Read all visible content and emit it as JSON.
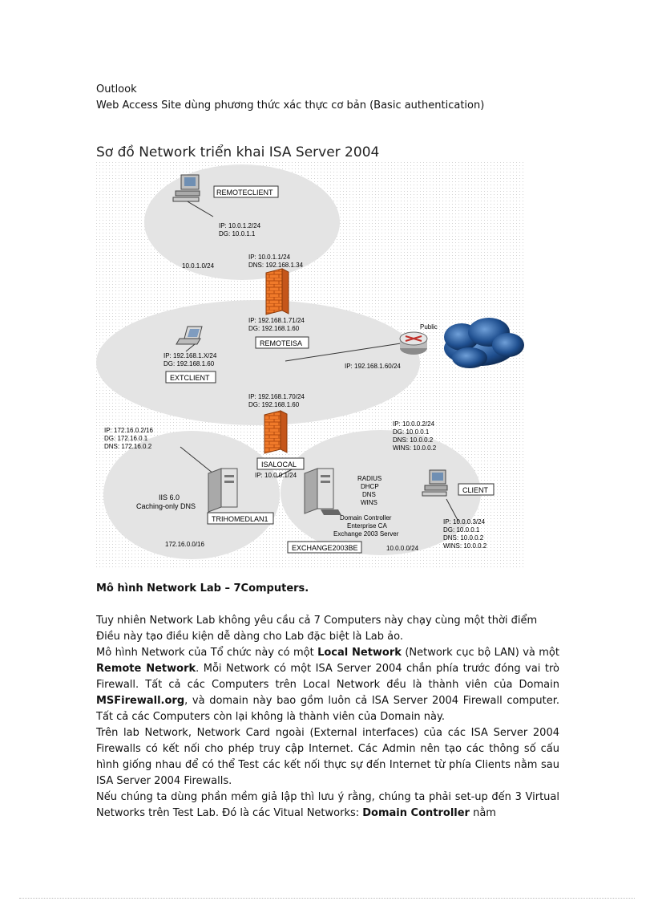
{
  "header": {
    "line1": "Outlook",
    "line2": "Web Access Site dùng phương thức xác thực cơ bản (Basic authentication)"
  },
  "diagram": {
    "title": "Sơ đồ Network triển khai ISA Server 2004",
    "remoteclient_label": "REMOTECLIENT",
    "remoteclient_ip": "IP: 10.0.1.2/24",
    "remoteclient_dg": "DG: 10.0.1.1",
    "remote_net": "10.0.1.0/24",
    "remoteisa_int_ip": "IP: 10.0.1.1/24",
    "remoteisa_int_dns": "DNS: 192.168.1.34",
    "remoteisa_ext_ip": "IP: 192.168.1.71/24",
    "remoteisa_ext_dg": "DG: 192.168.1.60",
    "remoteisa_label": "REMOTEISA",
    "public_label": "Public",
    "router_ip": "IP: 192.168.1.60/24",
    "extclient_ip": "IP: 192.168.1.X/24",
    "extclient_dg": "DG: 192.168.1.60",
    "extclient_label": "EXTCLIENT",
    "isalocal_ext_ip": "IP: 192.168.1.70/24",
    "isalocal_ext_dg": "DG: 192.168.1.60",
    "isalocal_label": "ISALOCAL",
    "isalocal_int_ip": "IP: 10.0.0.1/24",
    "tri_ip": "IP: 172.16.0.2/16",
    "tri_dg": "DG: 172.16.0.1",
    "tri_dns": "DNS: 172.16.0.2",
    "tri_role1": "IIS 6.0",
    "tri_role2": "Caching-only DNS",
    "tri_label": "TRIHOMEDLAN1",
    "tri_net": "172.16.0.0/16",
    "exch_ip": "IP: 10.0.0.2/24",
    "exch_dg": "DG: 10.0.0.1",
    "exch_dns": "DNS: 10.0.0.2",
    "exch_wins": "WINS: 10.0.0.2",
    "exch_roles": [
      "RADIUS",
      "DHCP",
      "DNS",
      "WINS",
      "Domain Controller",
      "Enterprise CA",
      "Exchange 2003 Server"
    ],
    "exch_label": "EXCHANGE2003BE",
    "local_net": "10.0.0.0/24",
    "client_label": "CLIENT",
    "client_ip": "IP: 10.0.0.3/24",
    "client_dg": "DG: 10.0.0.1",
    "client_dns": "DNS: 10.0.0.2",
    "client_wins": "WINS: 10.0.0.2"
  },
  "caption": "Mô hình Network Lab – 7Computers.",
  "body": {
    "p1_l1": "Tuy nhiên Network Lab không yêu cầu cả 7 Computers này chạy cùng một thời điểm",
    "p1_l2": "Điều này tạo điều kiện dễ dàng cho Lab đặc biệt là Lab ảo.",
    "p2_a": "Mô hình Network của Tổ chức này có một ",
    "p2_b": "Local Network",
    "p2_c": " (Network cục bộ LAN) và một ",
    "p2_d": "Remote Network",
    "p2_e": ". Mỗi Network có một ISA Server 2004 chắn phía trước đóng vai trò Firewall. Tất cả các Computers trên Local Network đều là thành viên của Domain ",
    "p2_f": "MSFirewall.org",
    "p2_g": ", và domain này bao gồm luôn cả ISA Server 2004 Firewall computer. Tất cả các Computers còn lại không là thành viên của Domain này.",
    "p3": "Trên lab Network, Network Card ngoài (External interfaces) của các ISA Server 2004 Firewalls có kết nối cho phép truy cập Internet. Các Admin nên tạo các thông số cấu hình giống nhau để có thể Test các kết nối thực sự đến Internet từ phía Clients nằm sau ISA Server 2004 Firewalls.",
    "p4_a": "Nếu chúng ta dùng phần mềm giả lập thì lưu ý rằng, chúng ta phải set-up đến 3 Virtual Networks trên Test Lab. Đó là các Vitual Networks: ",
    "p4_b": "Domain Controller",
    "p4_c": " nằm"
  }
}
